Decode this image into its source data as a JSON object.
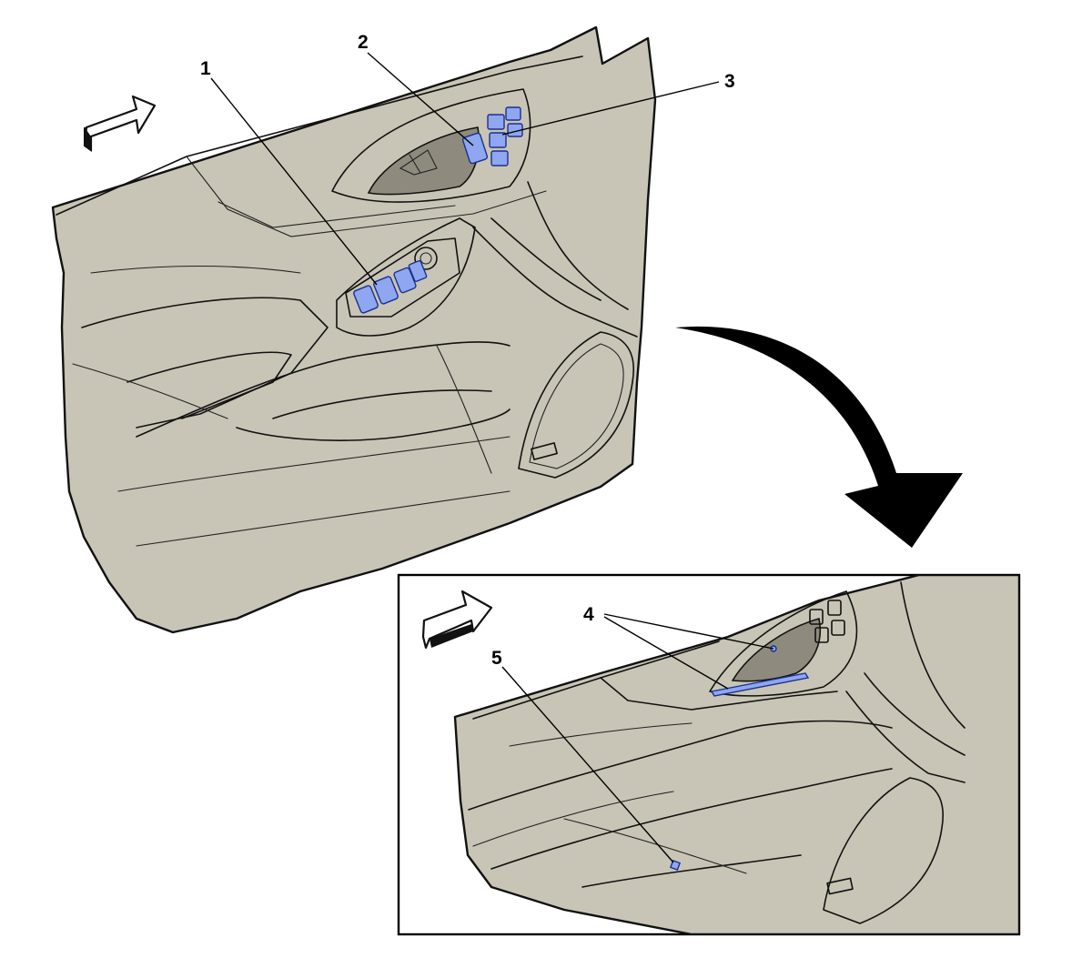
{
  "callouts": {
    "c1": "1",
    "c2": "2",
    "c3": "3",
    "c4": "4",
    "c5": "5"
  },
  "colors": {
    "panel_fill": "#c8c5b6",
    "highlight": "#8fa6f0",
    "outline": "#111111",
    "inset_border": "#000000"
  },
  "icons": {
    "forward_arrow": "vehicle-forward-arrow-icon",
    "transition_arrow": "curved-arrow-icon"
  }
}
